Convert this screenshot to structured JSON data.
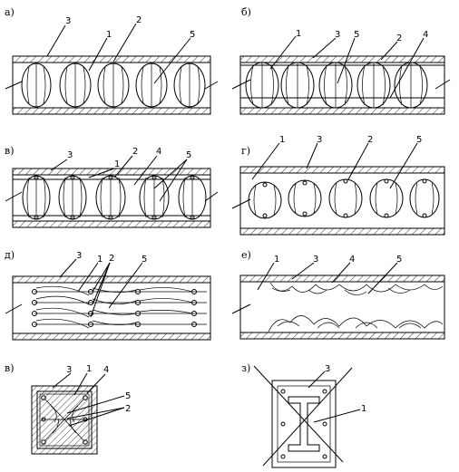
{
  "panels": [
    {
      "id": "a",
      "label": "а)",
      "callouts": [
        "3",
        "1",
        "2",
        "5"
      ]
    },
    {
      "id": "b",
      "label": "б)",
      "callouts": [
        "1",
        "3",
        "5",
        "2",
        "4"
      ]
    },
    {
      "id": "v",
      "label": "в)",
      "callouts": [
        "3",
        "1",
        "2",
        "4",
        "5"
      ]
    },
    {
      "id": "g",
      "label": "г)",
      "callouts": [
        "1",
        "3",
        "2",
        "5"
      ]
    },
    {
      "id": "d",
      "label": "д)",
      "callouts": [
        "3",
        "1",
        "2",
        "5"
      ]
    },
    {
      "id": "e",
      "label": "е)",
      "callouts": [
        "1",
        "3",
        "4",
        "5"
      ]
    },
    {
      "id": "v2",
      "label": "в)",
      "callouts": [
        "3",
        "1",
        "4",
        "5",
        "2"
      ]
    },
    {
      "id": "z",
      "label": "з)",
      "callouts": [
        "3",
        "1"
      ]
    }
  ],
  "colors": {
    "ink": "#000000",
    "paper": "#ffffff"
  }
}
